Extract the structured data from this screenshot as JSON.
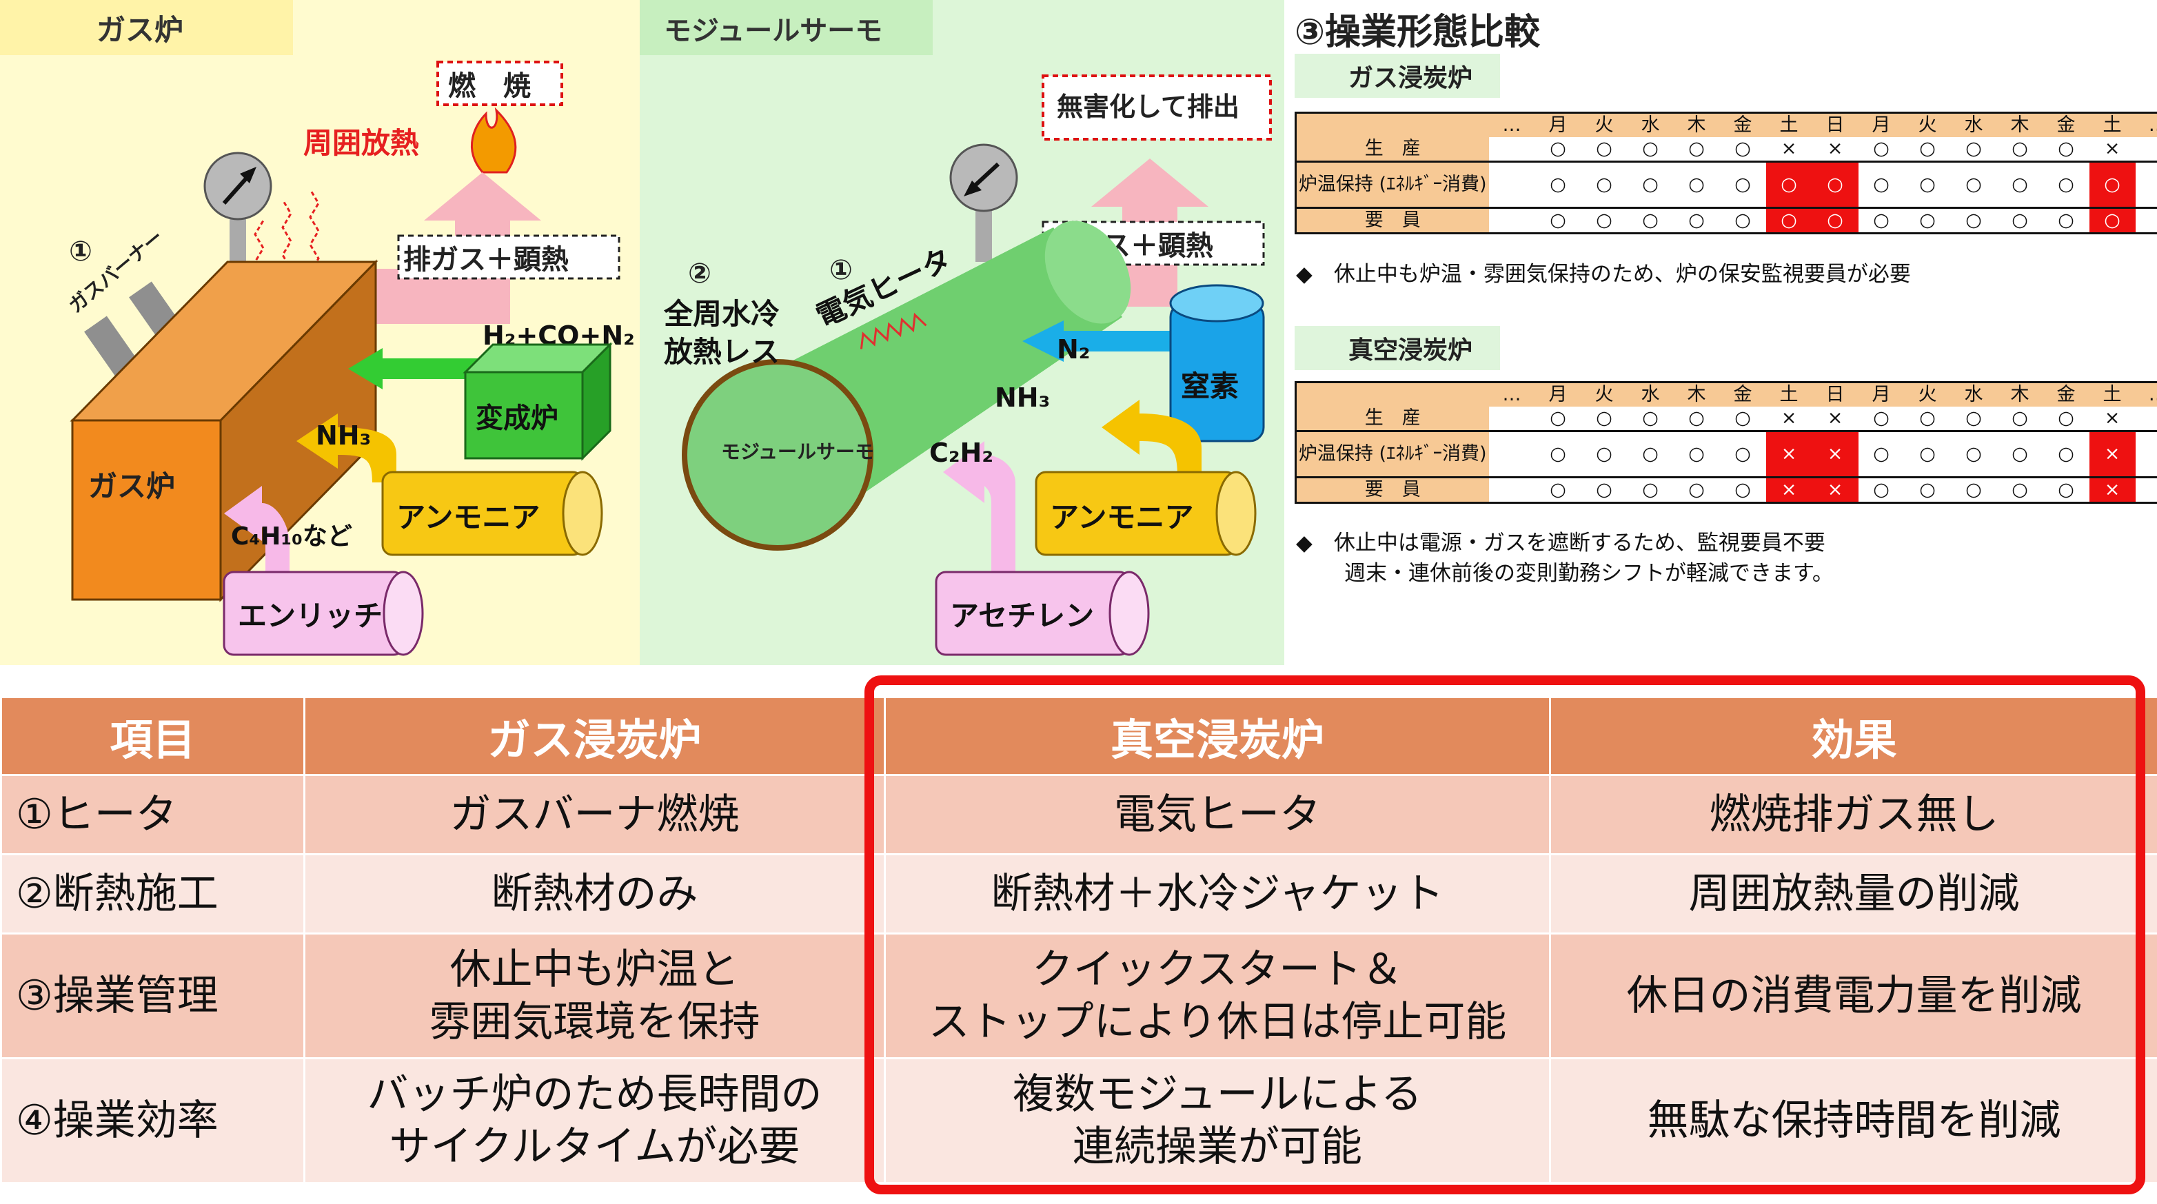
{
  "gas_panel": {
    "title": "ガス炉",
    "combustion": "燃　焼",
    "radiation": "周囲放熱",
    "burner_num": "①",
    "burner": "ガスバーナー",
    "exhaust": "排ガス＋顕熱",
    "gas_mix": "H₂+CO+N₂",
    "converter": "変成炉",
    "furnace": "ガス炉",
    "nh3": "NH₃",
    "c4h10": "C₄H₁₀など",
    "ammonia": "アンモニア",
    "enrich": "エンリッチ"
  },
  "module_panel": {
    "title": "モジュールサーモ",
    "harmless": "無害化して排出",
    "exhaust": "排ガス＋顕熱",
    "num2": "②",
    "insul1": "全周水冷",
    "insul2": "放熱レス",
    "num1": "①",
    "heater": "電気ヒータ",
    "n2": "N₂",
    "nitrogen": "窒素",
    "nh3": "NH₃",
    "c2h2": "C₂H₂",
    "module_label": "モジュールサーモ",
    "ammonia": "アンモニア",
    "acetylene": "アセチレン"
  },
  "operations": {
    "title": "③操業形態比較",
    "days": [
      "…",
      "月",
      "火",
      "水",
      "木",
      "金",
      "土",
      "日",
      "月",
      "火",
      "水",
      "木",
      "金",
      "土",
      "…"
    ],
    "gas": {
      "label": "ガス浸炭炉",
      "rows": [
        {
          "label": "生　産",
          "cells": [
            "○",
            "○",
            "○",
            "○",
            "○",
            "×",
            "×",
            "○",
            "○",
            "○",
            "○",
            "○",
            "×"
          ]
        },
        {
          "label": "炉温保持 (ｴﾈﾙｷﾞｰ消費)",
          "cells": [
            "○",
            "○",
            "○",
            "○",
            "○",
            "○",
            "○",
            "○",
            "○",
            "○",
            "○",
            "○",
            "○"
          ]
        },
        {
          "label": "要　員",
          "cells": [
            "○",
            "○",
            "○",
            "○",
            "○",
            "○",
            "○",
            "○",
            "○",
            "○",
            "○",
            "○",
            "○"
          ]
        }
      ],
      "note": "◆　休止中も炉温・雰囲気保持のため、炉の保安監視要員が必要"
    },
    "vacuum": {
      "label": "真空浸炭炉",
      "rows": [
        {
          "label": "生　産",
          "cells": [
            "○",
            "○",
            "○",
            "○",
            "○",
            "×",
            "×",
            "○",
            "○",
            "○",
            "○",
            "○",
            "×"
          ]
        },
        {
          "label": "炉温保持 (ｴﾈﾙｷﾞｰ消費)",
          "cells": [
            "○",
            "○",
            "○",
            "○",
            "○",
            "×",
            "×",
            "○",
            "○",
            "○",
            "○",
            "○",
            "×"
          ]
        },
        {
          "label": "要　員",
          "cells": [
            "○",
            "○",
            "○",
            "○",
            "○",
            "×",
            "×",
            "○",
            "○",
            "○",
            "○",
            "○",
            "×"
          ]
        }
      ],
      "note1": "◆　休止中は電源・ガスを遮断するため、監視要員不要",
      "note2": "週末・連休前後の変則勤務シフトが軽減できます。"
    }
  },
  "comparison": {
    "headers": [
      "項目",
      "ガス浸炭炉",
      "真空浸炭炉",
      "効果"
    ],
    "rows": [
      [
        "①ヒータ",
        "ガスバーナ燃焼",
        "電気ヒータ",
        "燃焼排ガス無し"
      ],
      [
        "②断熱施工",
        "断熱材のみ",
        "断熱材＋水冷ジャケット",
        "周囲放熱量の削減"
      ],
      [
        "③操業管理",
        "休止中も炉温と\n雰囲気環境を保持",
        "クイックスタート＆\nストップにより休日は停止可能",
        "休日の消費電力量を削減"
      ],
      [
        "④操業効率",
        "バッチ炉のため長時間の\nサイクルタイムが必要",
        "複数モジュールによる\n連続操業が可能",
        "無駄な保持時間を削減"
      ]
    ]
  },
  "colors": {
    "highlight": "#ee1111",
    "header": "#e28a5c",
    "row_odd": "#f5c8b8",
    "row_even": "#fae6e0"
  }
}
